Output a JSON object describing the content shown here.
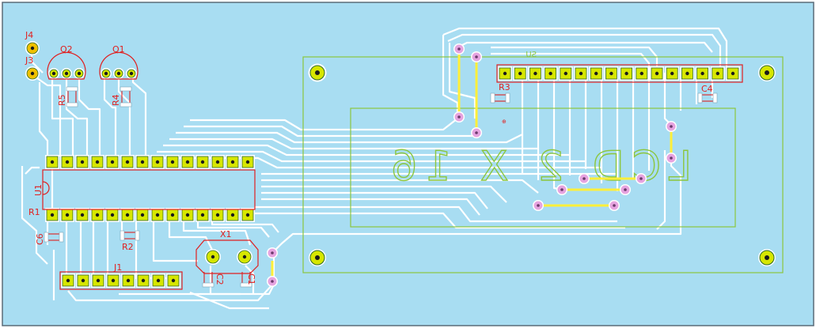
{
  "colors": {
    "board": "#a8ddf2",
    "board_border": "#5a6c78",
    "trace": "#ffffff",
    "silk": "#8cc63f",
    "silk_red": "#e02020",
    "pad": "#d7e600",
    "pad_border": "#2a6a2a",
    "via": "#e6a3e0",
    "jumper": "#ffef3a",
    "pin_dark": "#1a1a1a"
  },
  "labels": {
    "j4": "J4",
    "j3": "J3",
    "q2": "Q2",
    "q1": "Q1",
    "r5": "R5",
    "r4": "R4",
    "u1": "U1",
    "r1": "R1",
    "c6": "C6",
    "r2": "R2",
    "x1": "X1",
    "c2": "C2",
    "c1": "C1",
    "j1": "J1",
    "su": "SU",
    "r3": "R3",
    "c4": "C4",
    "lcd_mirror": "LCD 2 X 16"
  }
}
